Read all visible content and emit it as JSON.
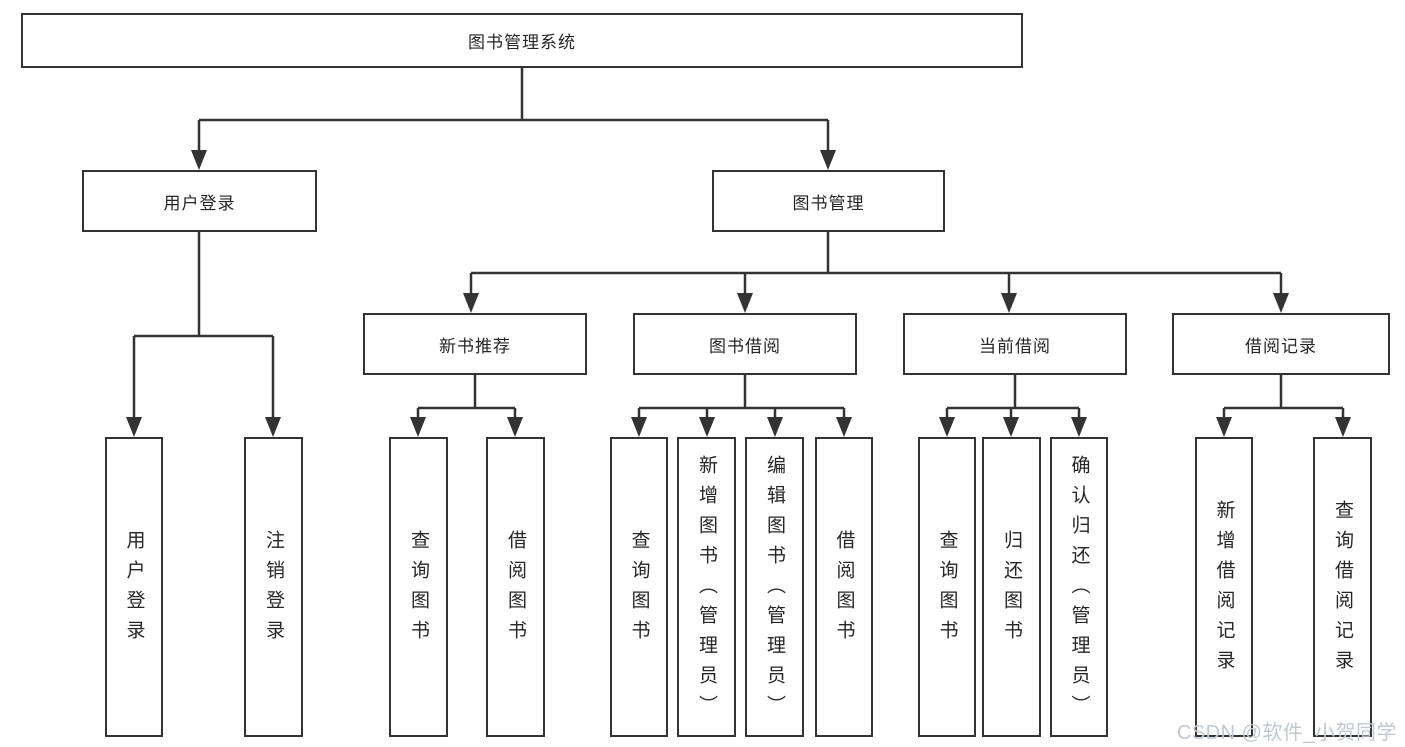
{
  "tree": {
    "label": "图书管理系统",
    "children": [
      {
        "label": "用户登录",
        "children": [
          {
            "label": "用户登录"
          },
          {
            "label": "注销登录"
          }
        ]
      },
      {
        "label": "图书管理",
        "children": [
          {
            "label": "新书推荐",
            "children": [
              {
                "label": "查询图书"
              },
              {
                "label": "借阅图书"
              }
            ]
          },
          {
            "label": "图书借阅",
            "children": [
              {
                "label": "查询图书"
              },
              {
                "label": "新增图书（管理员）"
              },
              {
                "label": "编辑图书（管理员）"
              },
              {
                "label": "借阅图书"
              }
            ]
          },
          {
            "label": "当前借阅",
            "children": [
              {
                "label": "查询图书"
              },
              {
                "label": "归还图书"
              },
              {
                "label": "确认归还（管理员）"
              }
            ]
          },
          {
            "label": "借阅记录",
            "children": [
              {
                "label": "新增借阅记录"
              },
              {
                "label": "查询借阅记录"
              }
            ]
          }
        ]
      }
    ]
  },
  "watermark": {
    "text": "CSDN @软件_小贺同学"
  },
  "colors": {
    "line": "#333333",
    "border": "#333333",
    "text": "#262626",
    "watermark": "#c2c8d2",
    "background": "#ffffff"
  }
}
